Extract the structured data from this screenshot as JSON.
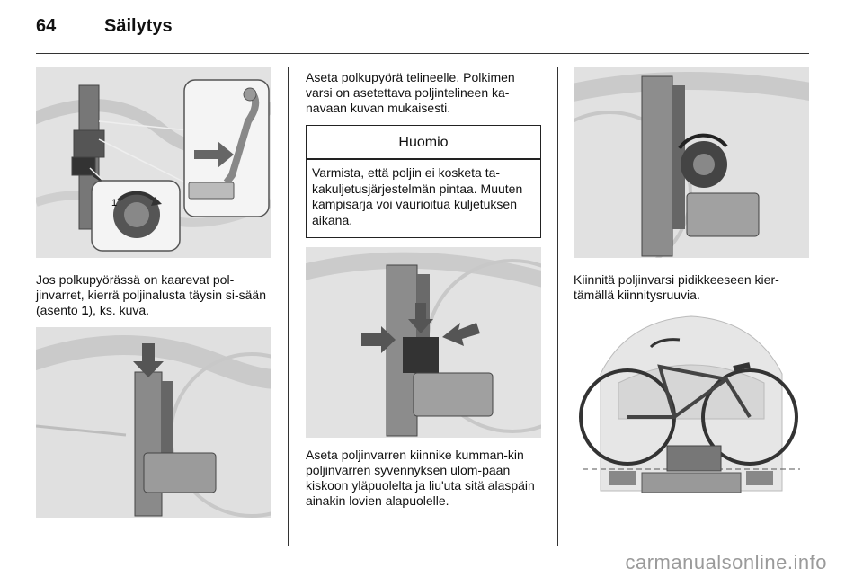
{
  "header": {
    "page_number": "64",
    "section_title": "Säilytys"
  },
  "left_column": {
    "paragraph_before": "Jos polkupyörässä on kaarevat pol-jinvarret, kierrä poljinalusta täysin si-sään (asento ",
    "paragraph_bold": "1",
    "paragraph_after": "), ks. kuva.",
    "figure1_callout": "1"
  },
  "middle_column": {
    "paragraph_top": "Aseta polkupyörä telineelle. Polkimen varsi on asetettava poljintelineen ka-navaan kuvan mukaisesti.",
    "note": {
      "title": "Huomio",
      "text": "Varmista, että poljin ei kosketa ta-kakuljetusjärjestelmän pintaa. Muuten kampisarja voi vaurioitua kuljetuksen aikana."
    },
    "paragraph_bottom": "Aseta poljinvarren kiinnike kumman-kin poljinvarren syvennyksen ulom-paan kiskoon yläpuolelta ja liu'uta sitä alaspäin ainakin lovien alapuolelle."
  },
  "right_column": {
    "paragraph": "Kiinnitä poljinvarsi pidikkeeseen kier-tämällä kiinnitysruuvia."
  },
  "watermark": "carmanualsonline.info"
}
